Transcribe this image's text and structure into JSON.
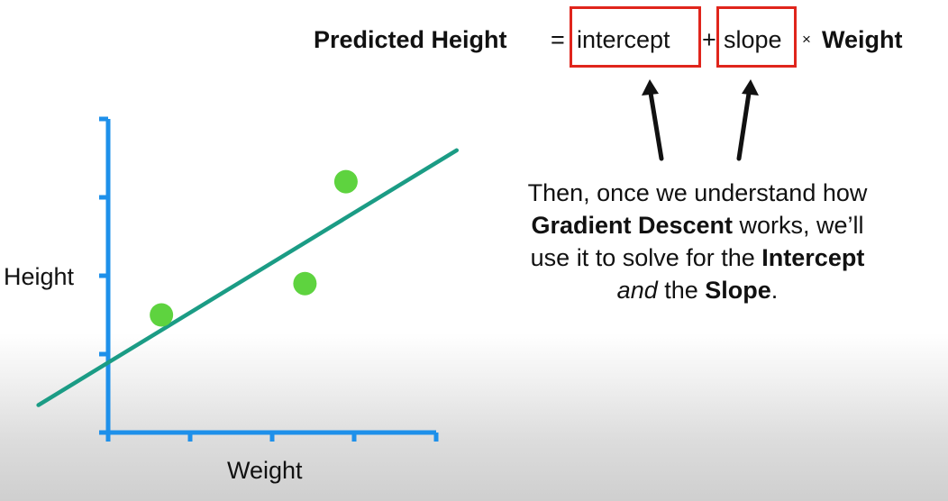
{
  "equation": {
    "predicted_height": "Predicted Height",
    "equals": "=",
    "intercept": "intercept",
    "plus": "+",
    "slope": "slope",
    "times": "×",
    "weight": "Weight"
  },
  "caption": {
    "line1": "Then, once we understand how",
    "gradient_descent": "Gradient Descent",
    "line2_rest": " works, we’ll",
    "line3_start": "use it to solve for the ",
    "intercept": "Intercept",
    "and": "and",
    "the": " the ",
    "slope": "Slope",
    "period": "."
  },
  "chart_data": {
    "type": "scatter",
    "xlabel": "Weight",
    "ylabel": "Height",
    "points": [
      {
        "x": 0.65,
        "y": 1.5
      },
      {
        "x": 2.4,
        "y": 1.9
      },
      {
        "x": 2.9,
        "y": 3.2
      }
    ],
    "fit_line": {
      "x_start": -0.85,
      "y_start": 0.35,
      "x_end": 4.25,
      "y_end": 3.6
    },
    "xlim": [
      0,
      4
    ],
    "ylim": [
      0,
      4
    ],
    "xticks": [
      0,
      1,
      2,
      3,
      4
    ],
    "yticks": [
      0,
      1,
      2,
      3,
      4
    ],
    "tick_labels_visible": false,
    "axis_color": "#1e90ea",
    "line_color": "#1b9c85",
    "point_color": "#5ed33f"
  },
  "annotation_color": "#e0251c"
}
